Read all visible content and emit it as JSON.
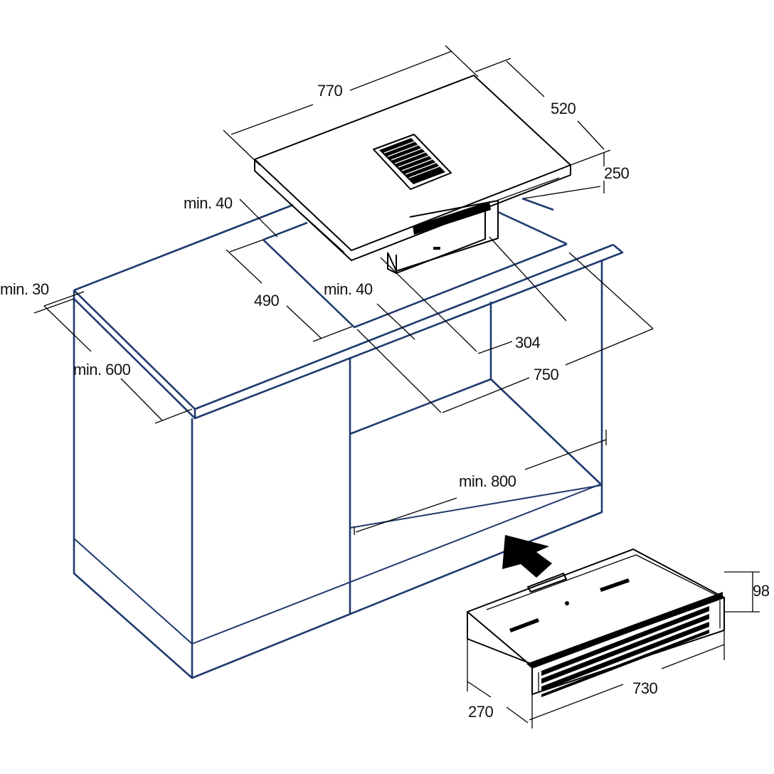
{
  "colors": {
    "cabinet_stroke": "#1f3a6e",
    "appliance_stroke": "#000000",
    "background": "#ffffff"
  },
  "dimensions": {
    "hob_width": "770",
    "hob_depth": "520",
    "hob_height": "250",
    "front_clearance": "min. 40",
    "cutout_depth": "490",
    "side_clearance": "min. 40",
    "worktop_thickness": "min. 30",
    "worktop_depth": "min. 600",
    "fan_offset": "304",
    "cutout_width": "750",
    "cabinet_width": "min. 800",
    "fan_height": "98",
    "fan_width": "730",
    "fan_depth": "270"
  },
  "icons": {
    "insert_arrow": "arrow-up-left-icon"
  }
}
